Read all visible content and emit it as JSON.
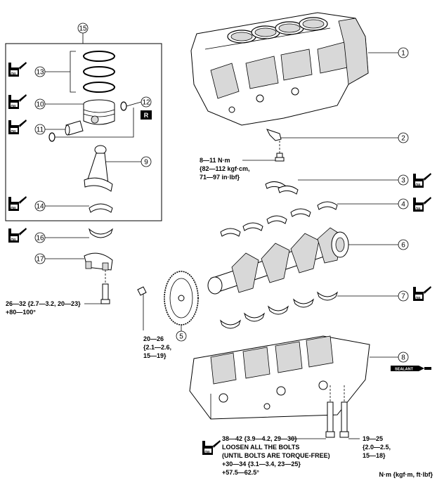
{
  "callouts": [
    "1",
    "2",
    "3",
    "4",
    "5",
    "6",
    "7",
    "8",
    "9",
    "10",
    "11",
    "12",
    "13",
    "14",
    "15",
    "16",
    "17"
  ],
  "badges": {
    "oil": "OIL",
    "sealant": "SEALANT",
    "replace": "R"
  },
  "torques": {
    "t2_line1": "8—11 N·m",
    "t2_line2": "{82—112 kgf·cm,",
    "t2_line3": "71—97 in·lbf}",
    "t17_line1": "26—32 {2.7—3.2, 20—23}",
    "t17_line2": "+80—100°",
    "t5_line1": "20—26",
    "t5_line2": "{2.1—2.6,",
    "t5_line3": "15—19}",
    "t8a_line1": "38—42 {3.9—4.2, 29—30}",
    "t8a_line2": "LOOSEN ALL THE BOLTS",
    "t8a_line3": "(UNTIL BOLTS ARE TORQUE-FREE)",
    "t8a_line4": "+30—34 {3.1—3.4, 23—25}",
    "t8a_line5": "+57.5—62.5°",
    "t8b_line1": "19—25",
    "t8b_line2": "{2.0—2.5,",
    "t8b_line3": "15—18}"
  },
  "units_note": "N·m {kgf·m, ft·lbf}",
  "colors": {
    "ink": "#000000",
    "paper": "#ffffff",
    "shade": "#d8d8d8"
  },
  "icons": [
    "oil-can-icon",
    "sealant-tube-icon",
    "replace-badge-icon"
  ]
}
